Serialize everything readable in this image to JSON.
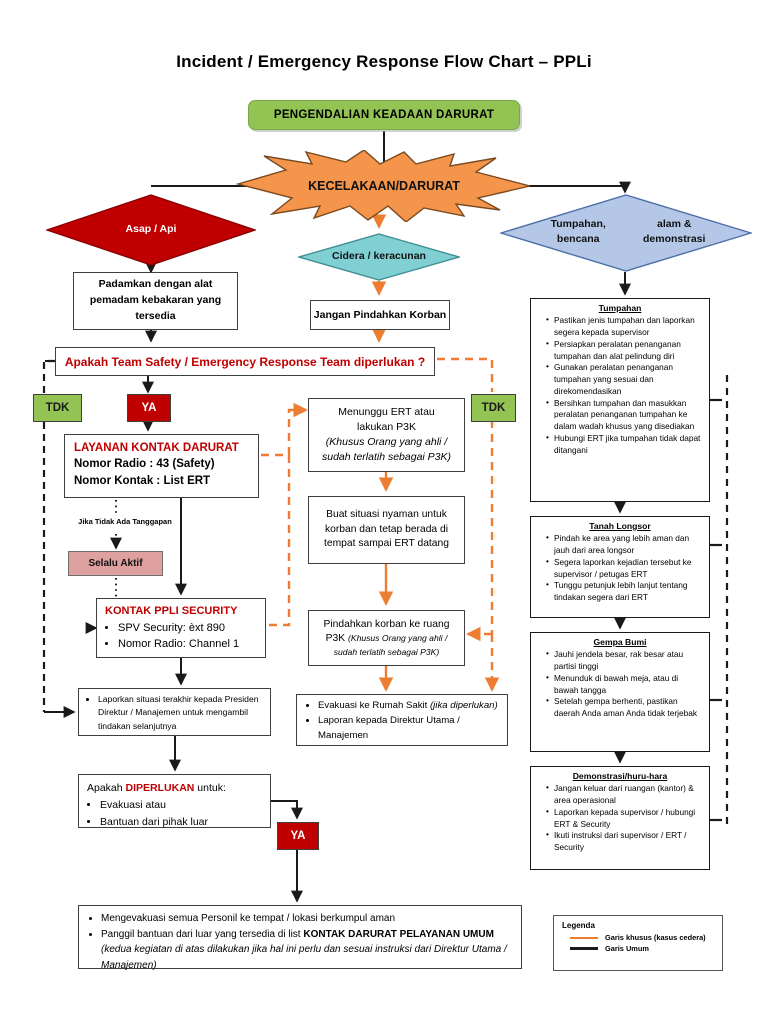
{
  "page": {
    "title": "Incident / Emergency Response Flow Chart – PPLi",
    "header_box": "PENGENDALIAN KEADAAN DARURAT"
  },
  "colors": {
    "green": "#92C353",
    "red": "#C00000",
    "orange": "#ED7D31",
    "pink": "#DFA0A0",
    "blue": "#B4C7E7",
    "teal": "#7FCFD3",
    "black": "#1a1a1a"
  },
  "burst": {
    "label": "KECELAKAAN/DARURAT"
  },
  "branches": {
    "left": {
      "label": "Asap / Api"
    },
    "center": {
      "label": "Cidera / keracunan"
    },
    "right": {
      "label_line1": "Tumpahan, bencana",
      "label_line2": "alam & demonstrasi"
    }
  },
  "left_flow": {
    "padamkan": "Padamkan dengan alat pemadam kebakaran yang tersedia",
    "decision": "Apakah Team Safety / Emergency Response Team diperlukan ?",
    "tdk": "TDK",
    "ya": "YA",
    "layanan": {
      "title": "LAYANAN KONTAK DARURAT",
      "line1": "Nomor Radio : 43 (Safety)",
      "line2": "Nomor Kontak : List ERT"
    },
    "jika_tidak": "Jika Tidak Ada Tanggapan",
    "selalu_aktif": "Selalu Aktif",
    "security": {
      "title": "KONTAK PPLI SECURITY",
      "items": [
        "SPV Security: èxt 890",
        "Nomor Radio: Channel 1"
      ]
    },
    "laporkan": {
      "items": [
        "Laporkan  situasi terakhir kepada Presiden Direktur / Manajemen untuk mengambil tindakan selanjutnya"
      ]
    },
    "apakah_diperlukan": {
      "prefix": "Apakah ",
      "emphasis": "DIPERLUKAN",
      "suffix": " untuk:",
      "items": [
        "Evakuasi atau",
        "Bantuan dari pihak luar"
      ]
    },
    "ya_bottom": "YA",
    "evakuasi_final": {
      "item1": "Mengevakuasi semua Personil ke tempat / lokasi berkumpul aman",
      "item2_prefix": "Panggil bantuan dari luar yang tersedia di list ",
      "item2_bold": "KONTAK DARURAT PELAYANAN UMUM",
      "note": "(kedua kegiatan di atas dilakukan jika hal ini perlu dan sesuai instruksi dari Direktur Utama / Manajemen)"
    }
  },
  "center_flow": {
    "jangan_pindahkan": "Jangan Pindahkan Korban",
    "tdk_right": "TDK",
    "menunggu": {
      "line1": "Menunggu ERT atau",
      "line2": "lakukan P3K",
      "note1": "(Khusus Orang yang ahli /",
      "note2": "sudah terlatih sebagai P3K)"
    },
    "buat_situasi": "Buat situasi nyaman untuk korban dan tetap berada di tempat sampai ERT  datang",
    "pindahkan": {
      "line1": "Pindahkan korban ke ruang",
      "line2_main": "P3K ",
      "line2_note": "(Khusus Orang yang ahli /",
      "line3_note": "sudah terlatih sebagai P3K)"
    },
    "evakuasi_rs": {
      "item1_main": "Evakuasi ke Rumah Sakit ",
      "item1_note": "(jika diperlukan)",
      "item2": "Laporan kepada Direktur Utama / Manajemen"
    }
  },
  "right_flow": [
    {
      "heading": "Tumpahan",
      "items": [
        "Pastikan jenis tumpahan dan laporkan segera kepada supervisor",
        "Persiapkan peralatan penanganan tumpahan dan alat pelindung diri",
        "Gunakan peralatan penanganan tumpahan yang sesuai dan direkomendasikan",
        "Bersihkan tumpahan dan masukkan peralatan penanganan tumpahan ke dalam wadah khusus yang disediakan",
        "Hubungi ERT jika tumpahan tidak dapat ditangani"
      ]
    },
    {
      "heading": "Tanah Longsor",
      "items": [
        "Pindah ke area yang lebih aman dan jauh dari area longsor",
        "Segera laporkan kejadian tersebut ke supervisor / petugas ERT",
        "Tunggu petunjuk lebih lanjut tentang tindakan segera dari ERT"
      ]
    },
    {
      "heading": "Gempa Bumi",
      "items": [
        "Jauhi jendela besar, rak besar atau partisi tinggi",
        "Menunduk di bawah meja, atau di bawah tangga",
        "Setelah gempa berhenti, pastikan daerah Anda aman Anda tidak terjebak"
      ]
    },
    {
      "heading": "Demonstrasi/huru-hara",
      "items": [
        "Jangan keluar dari ruangan (kantor) & area operasional",
        "Laporkan kepada supervisor / hubungi ERT & Security",
        "Ikuti instruksi dari supervisor / ERT / Security"
      ]
    }
  ],
  "legend": {
    "title": "Legenda",
    "entries": [
      {
        "label": "Garis khusus (kasus cedera)",
        "color": "#ED7D31"
      },
      {
        "label": "Garis Umum",
        "color": "#1a1a1a"
      }
    ]
  }
}
